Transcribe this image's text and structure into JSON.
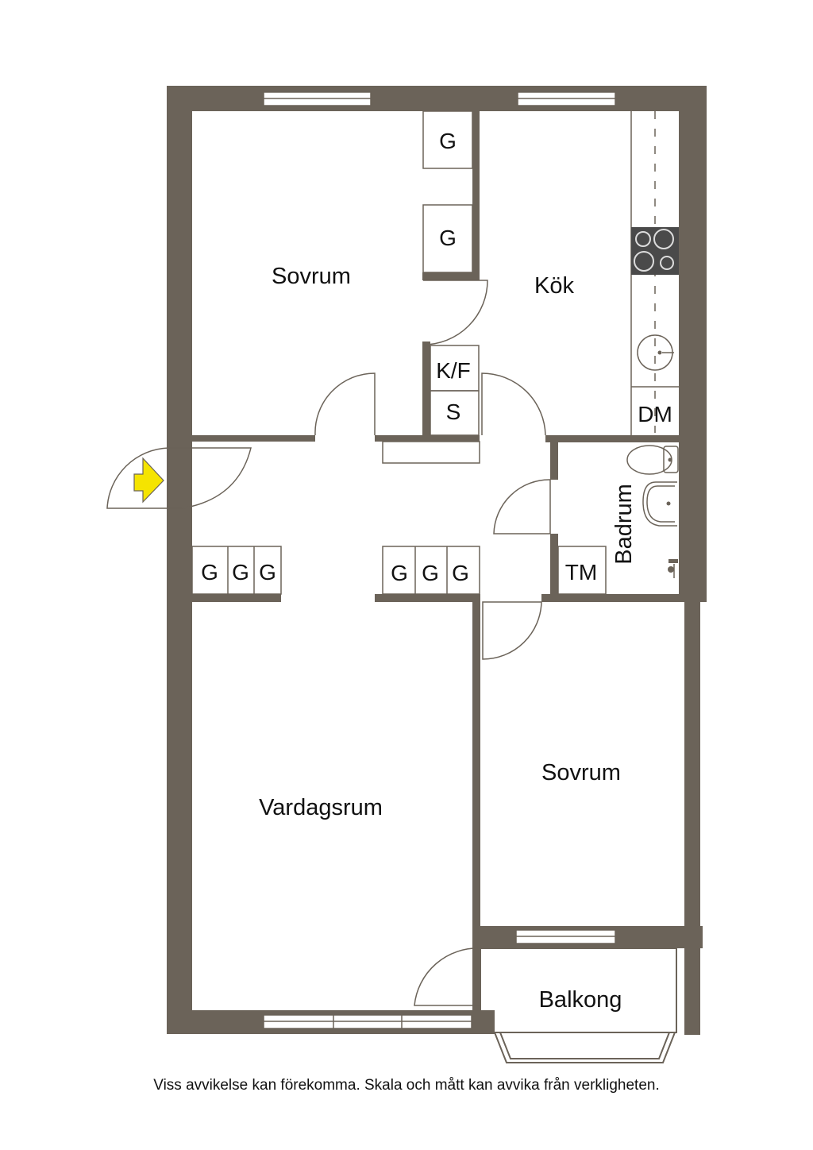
{
  "rooms": {
    "sovrum_top": "Sovrum",
    "kok": "Kök",
    "badrum": "Badrum",
    "vardagsrum": "Vardagsrum",
    "sovrum_bottom": "Sovrum",
    "balkong": "Balkong"
  },
  "fixtures": {
    "wardrobe": "G",
    "fridge_freezer": "K/F",
    "storage": "S",
    "dishwasher": "DM",
    "washing_machine": "TM"
  },
  "colors": {
    "wall": "#6b6359",
    "entrance_arrow": "#f5e400"
  },
  "entrance_icon": "entrance-arrow-icon",
  "disclaimer": "Viss avvikelse kan förekomma. Skala och mått kan avvika från verkligheten."
}
